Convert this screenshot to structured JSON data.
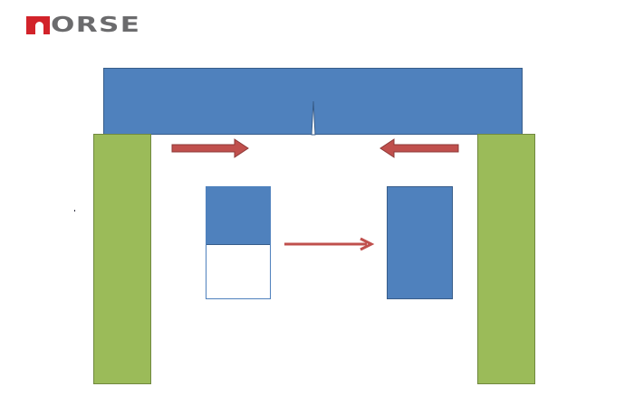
{
  "logo": {
    "text": "ORSE",
    "full_name": "HORSE",
    "mark_color": "#d2232a",
    "text_color": "#6b6b6d"
  },
  "diagram": {
    "colors": {
      "beam_fill": "#4f81bd",
      "beam_stroke": "#385d8a",
      "pillar_fill": "#9bbb59",
      "pillar_stroke": "#71893f",
      "arrow_fill": "#c0504d",
      "arrow_stroke": "#8c3836",
      "background": "#ffffff"
    },
    "shapes": [
      {
        "id": "top-beam",
        "type": "rectangle",
        "note": "blue beam with crack at center bottom"
      },
      {
        "id": "crack",
        "type": "triangle",
        "note": "narrow crack from bottom of beam"
      },
      {
        "id": "left-pillar",
        "type": "rectangle",
        "color": "green"
      },
      {
        "id": "right-pillar",
        "type": "rectangle",
        "color": "green"
      },
      {
        "id": "left-arrow",
        "type": "block-arrow",
        "direction": "right"
      },
      {
        "id": "right-arrow",
        "type": "block-arrow",
        "direction": "left"
      },
      {
        "id": "half-filled-block",
        "type": "rectangle",
        "fill_ratio": 0.5
      },
      {
        "id": "transition-arrow",
        "type": "line-arrow",
        "direction": "right"
      },
      {
        "id": "full-block",
        "type": "rectangle",
        "fill_ratio": 1.0
      }
    ]
  }
}
